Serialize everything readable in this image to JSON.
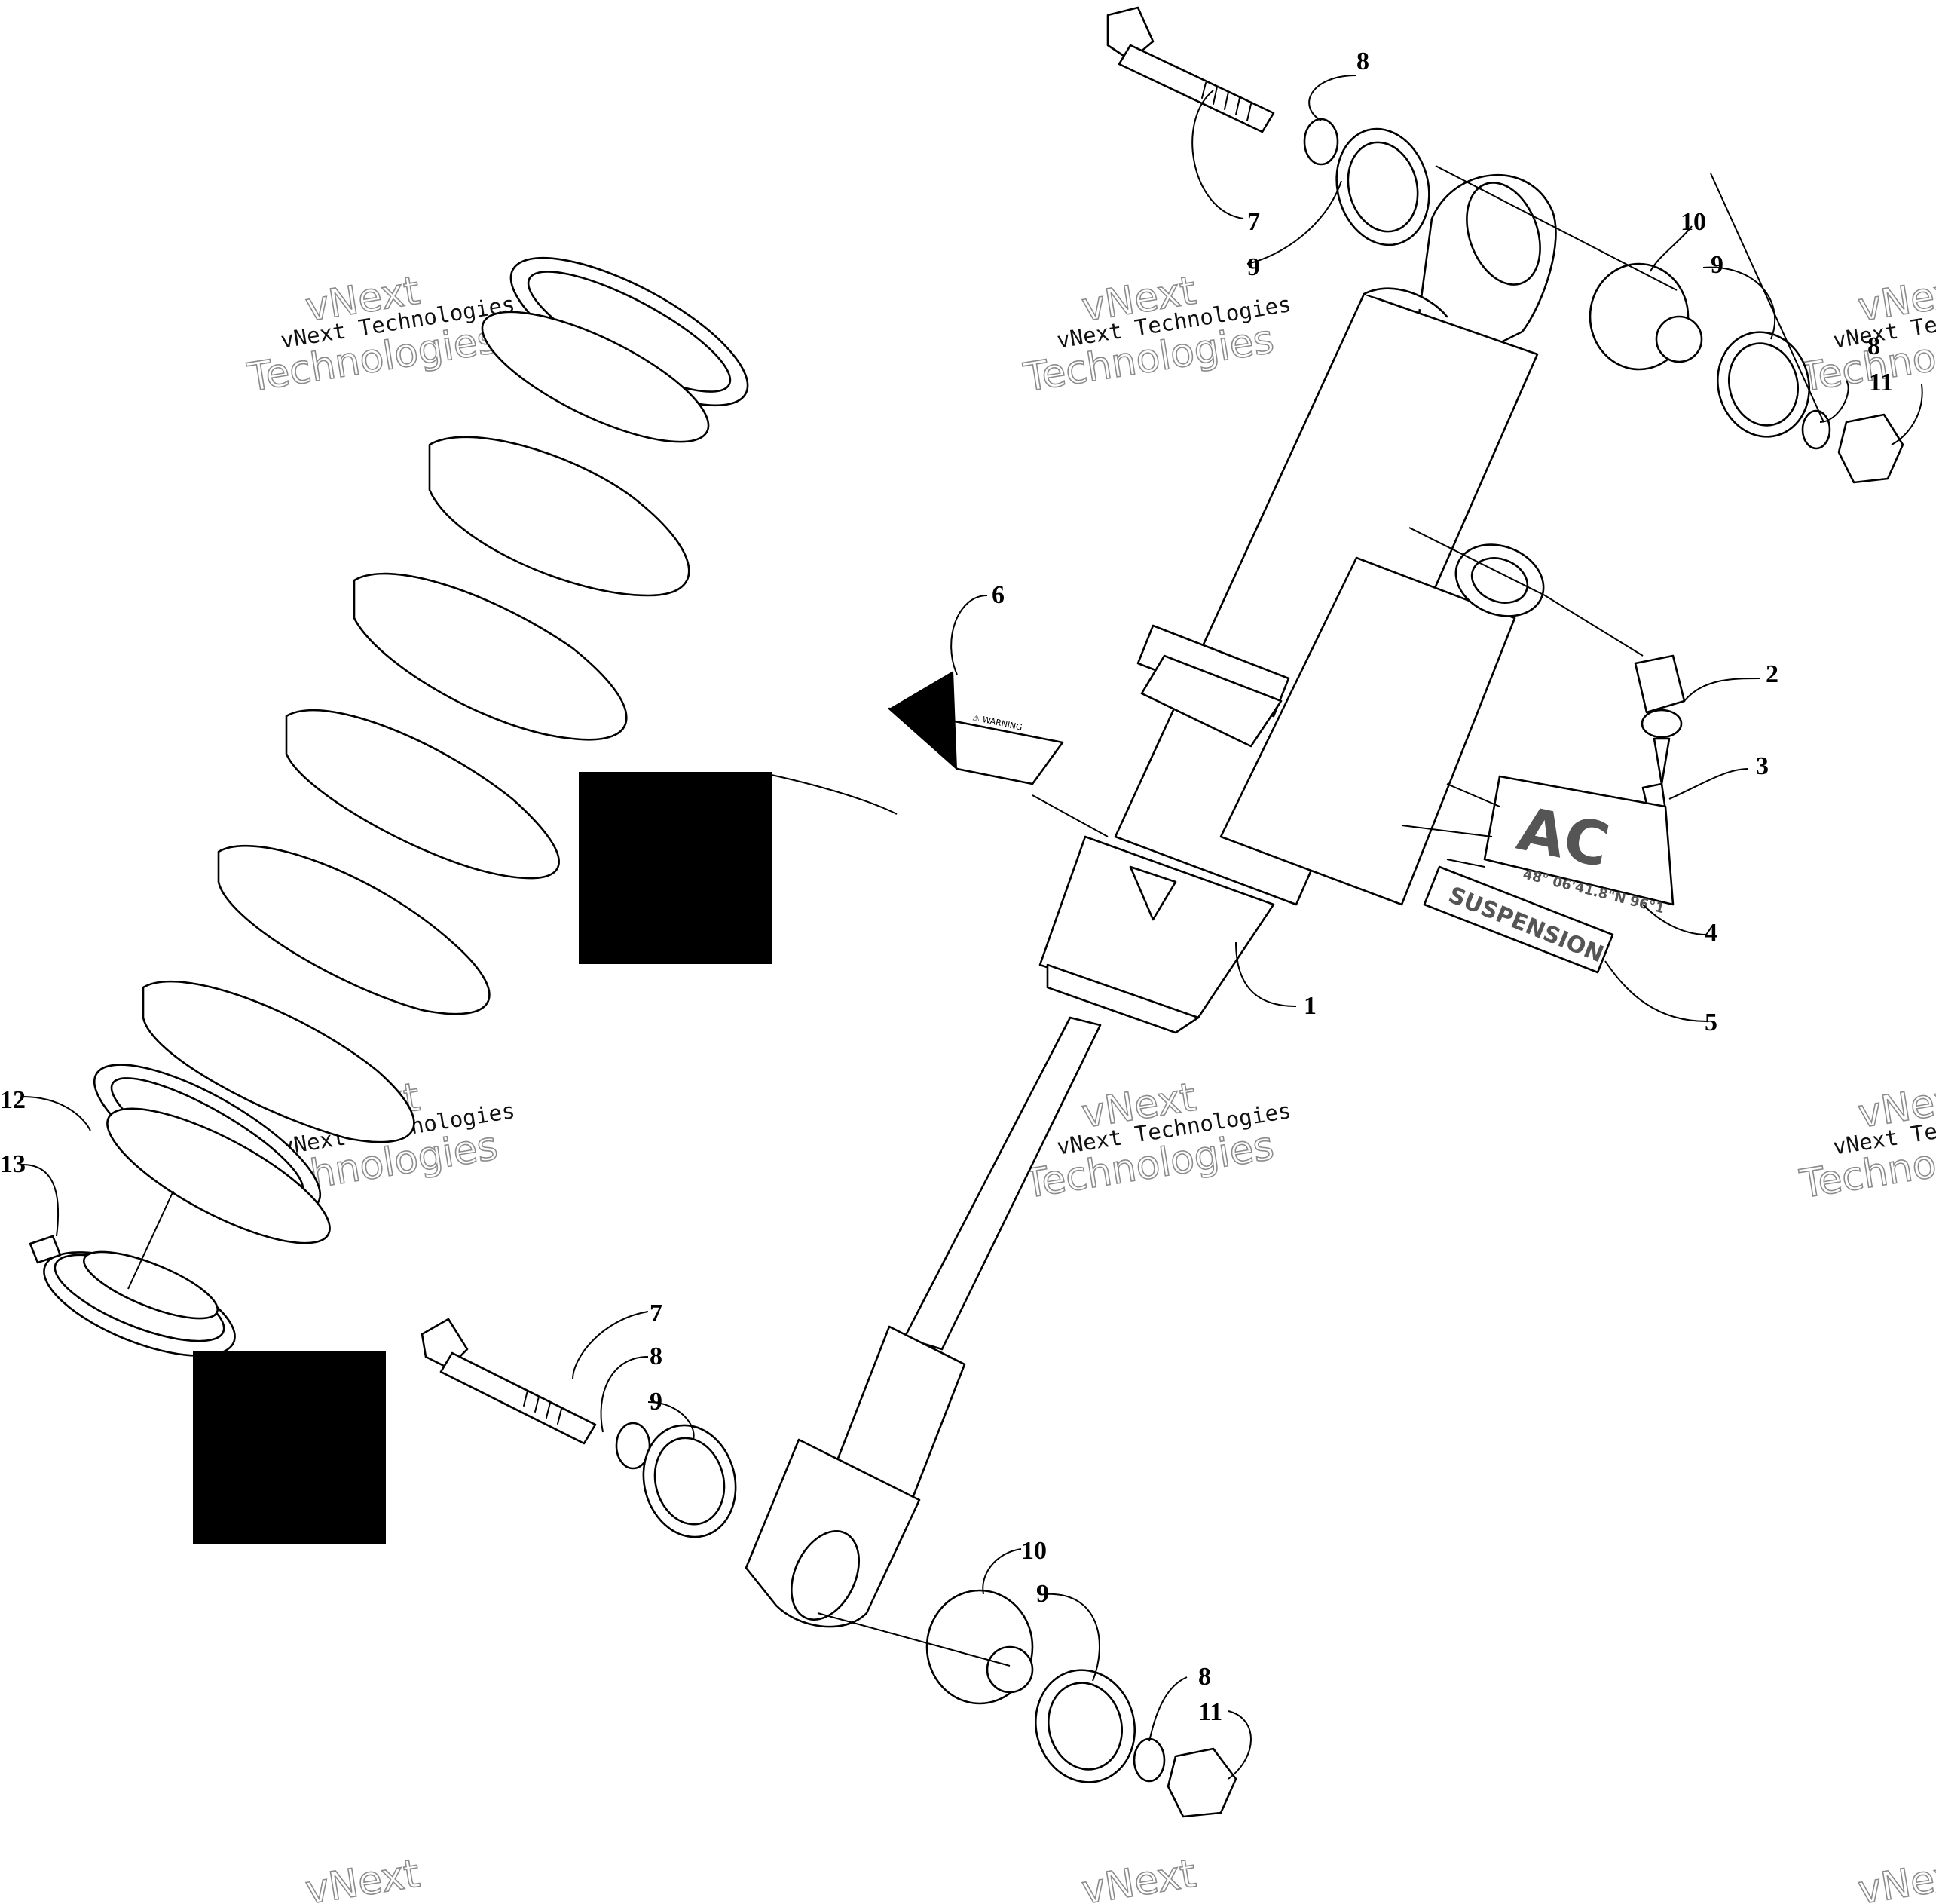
{
  "callouts": {
    "c1": "1",
    "c2": "2",
    "c3": "3",
    "c4": "4",
    "c5": "5",
    "c6": "6",
    "c7_top": "7",
    "c8_top": "8",
    "c9_top": "9",
    "c10_top": "10",
    "c9_topright": "9",
    "c8_topright": "8",
    "c11_topright": "11",
    "c7_bottom": "7",
    "c8_bottom": "8",
    "c9_bottom": "9",
    "c10_bottom": "10",
    "c9_bottomright": "9",
    "c8_bottomright": "8",
    "c11_bottomright": "11",
    "c12": "12",
    "c13": "13"
  },
  "watermark": {
    "name_line": "vNext Technologies",
    "word_one": "vNext",
    "word_two": "Technologies"
  },
  "decals": {
    "suspension_text": "SUSPENSION",
    "brand_text": "AC",
    "coords_text": "48° 06'41.8\"N 96°1",
    "warning_title": "⚠ WARNING"
  }
}
